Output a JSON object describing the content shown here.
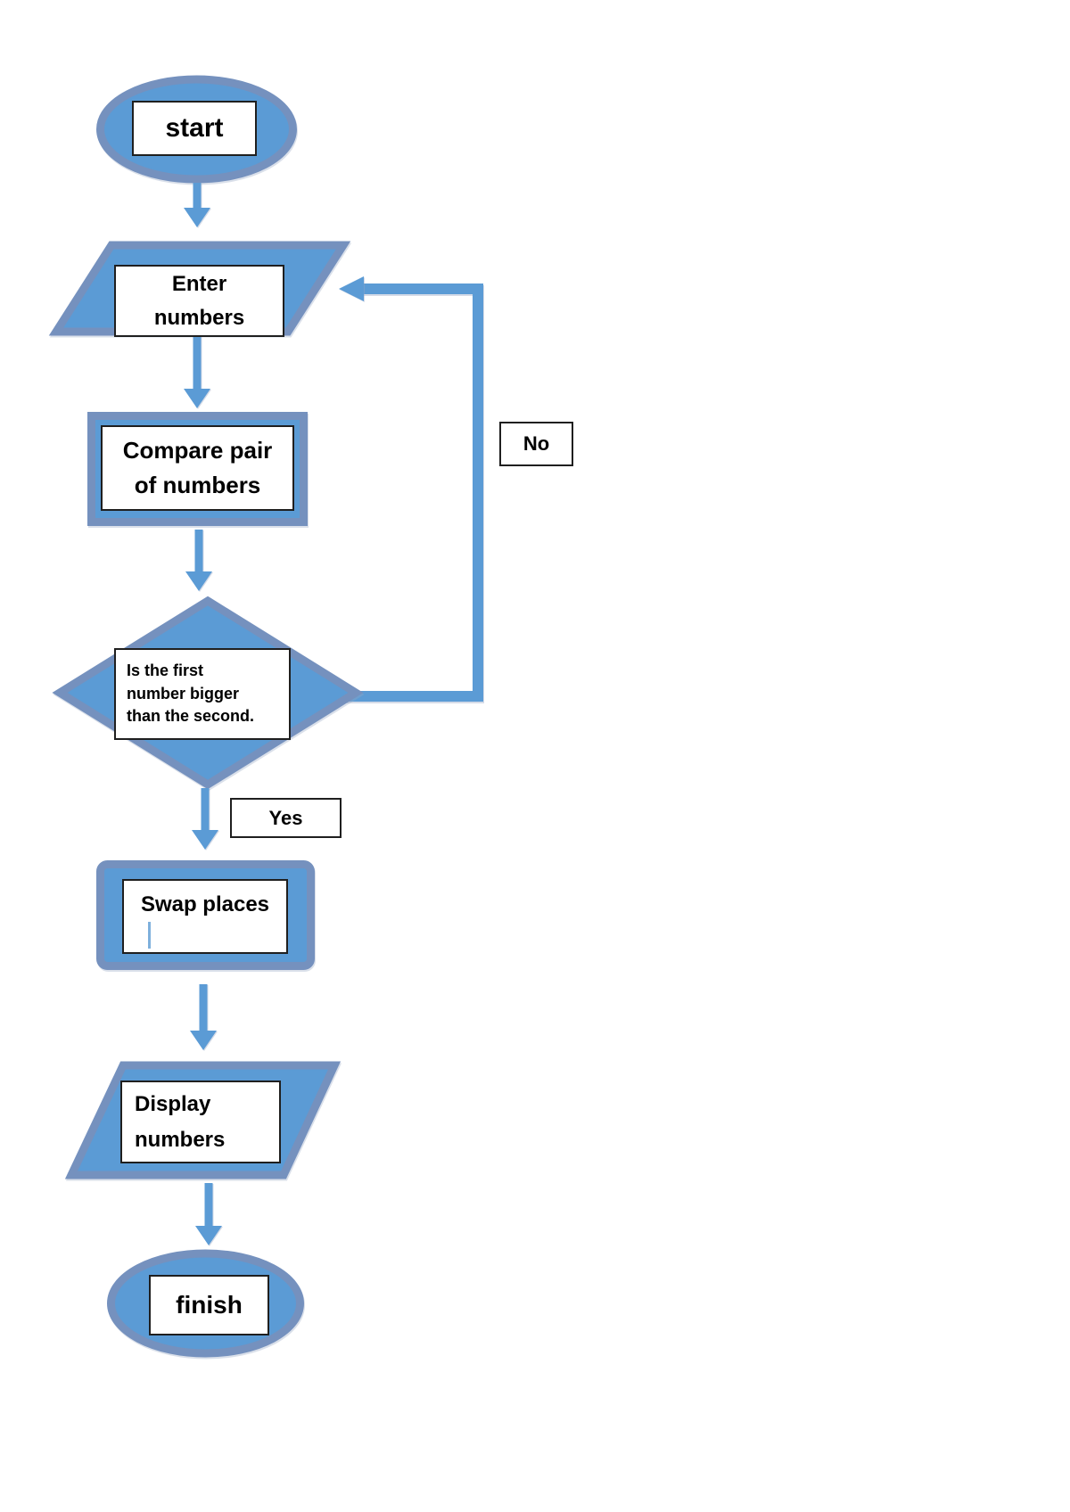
{
  "document": {
    "background": "#ffffff",
    "description": "Flowchart: compare and swap pair of numbers"
  },
  "colors": {
    "page_bg": "#ffffff",
    "shape_fill": "#5B9BD5",
    "shape_border": "#7591BE",
    "connector": "#5B9BD5",
    "label_bg": "#ffffff",
    "label_border": "#1f1f1f",
    "text": "#000000",
    "caret": "#7EB0DC"
  },
  "flowchart": {
    "start": {
      "label": "start"
    },
    "enter": {
      "line1": "Enter",
      "line2": "numbers"
    },
    "compare": {
      "line1": "Compare pair",
      "line2": "of numbers"
    },
    "decision": {
      "line1": "Is the first",
      "line2": "number bigger",
      "line3": "than the second."
    },
    "yes_label": "Yes",
    "no_label": "No",
    "swap": {
      "label": "Swap places"
    },
    "display": {
      "line1": "Display",
      "line2": "numbers"
    },
    "finish": {
      "label": "finish"
    }
  }
}
